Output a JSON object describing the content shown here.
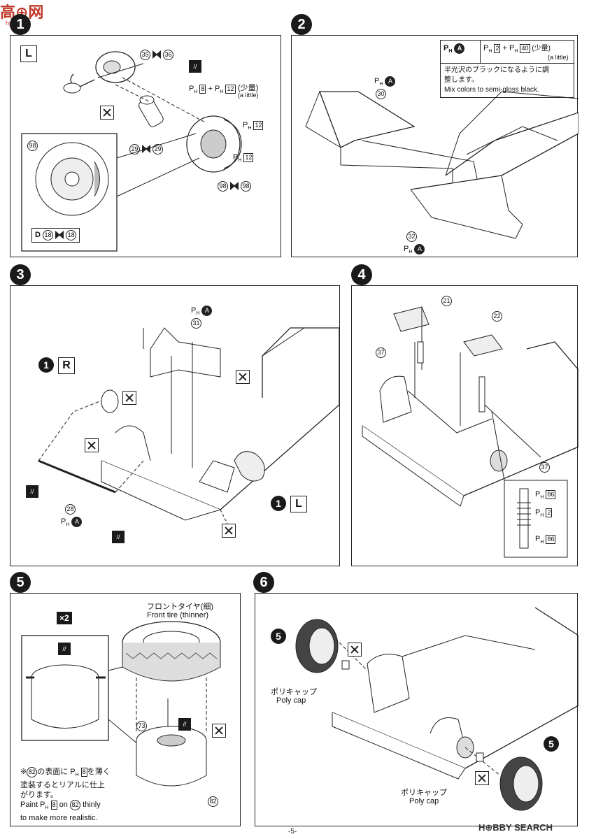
{
  "watermark": {
    "site": "hpsm.cn"
  },
  "steps": {
    "s1": {
      "num": "1",
      "side": "L",
      "parts": [
        "35",
        "36",
        "29",
        "29",
        "98",
        "98",
        "98"
      ],
      "paint_a": "8",
      "paint_b": "12",
      "a_little": "(a little)",
      "shao": "(少量)",
      "paint_c": "12",
      "paint_d": "12",
      "detail_side": "D",
      "detail_parts": [
        "18",
        "18"
      ]
    },
    "s2": {
      "num": "2",
      "table_ph": "A",
      "table_mix_a": "2",
      "table_mix_b": "40",
      "table_shao": "(少量)",
      "table_alittle": "(a little)",
      "note_jp": "半光沢のブラックになるように調整します。",
      "note_en": "Mix colors to semi-gloss black.",
      "parts": [
        "30",
        "32"
      ],
      "paint_marker": "A"
    },
    "s3": {
      "num": "3",
      "sub_r": "R",
      "sub_l": "L",
      "sub_ref": "1",
      "parts": [
        "31",
        "28"
      ],
      "paint_marker": "A"
    },
    "s4": {
      "num": "4",
      "parts": [
        "21",
        "22",
        "37",
        "37"
      ],
      "paint_a": "86",
      "paint_b": "2",
      "paint_c": "86"
    },
    "s5": {
      "num": "5",
      "multiplier": "×2",
      "tire_jp": "フロントタイヤ(細)",
      "tire_en": "Front tire (thinner)",
      "parts": [
        "73",
        "82"
      ],
      "note_jp_a": "※",
      "note_jp_b": "の表面に",
      "note_jp_c": "を薄く",
      "note_jp_d": "塗装するとリアルに仕上",
      "note_jp_e": "がります。",
      "note_en_a": "Paint",
      "note_en_b": "on",
      "note_en_c": "thinly",
      "note_en_d": "to make more realistic.",
      "note_part": "82",
      "note_paint": "8"
    },
    "s6": {
      "num": "6",
      "ref": "5",
      "polycap_jp": "ポリキャップ",
      "polycap_en": "Poly cap"
    }
  },
  "footer": {
    "page": "-5-",
    "brand": "H⊕BBY SEARCH"
  }
}
